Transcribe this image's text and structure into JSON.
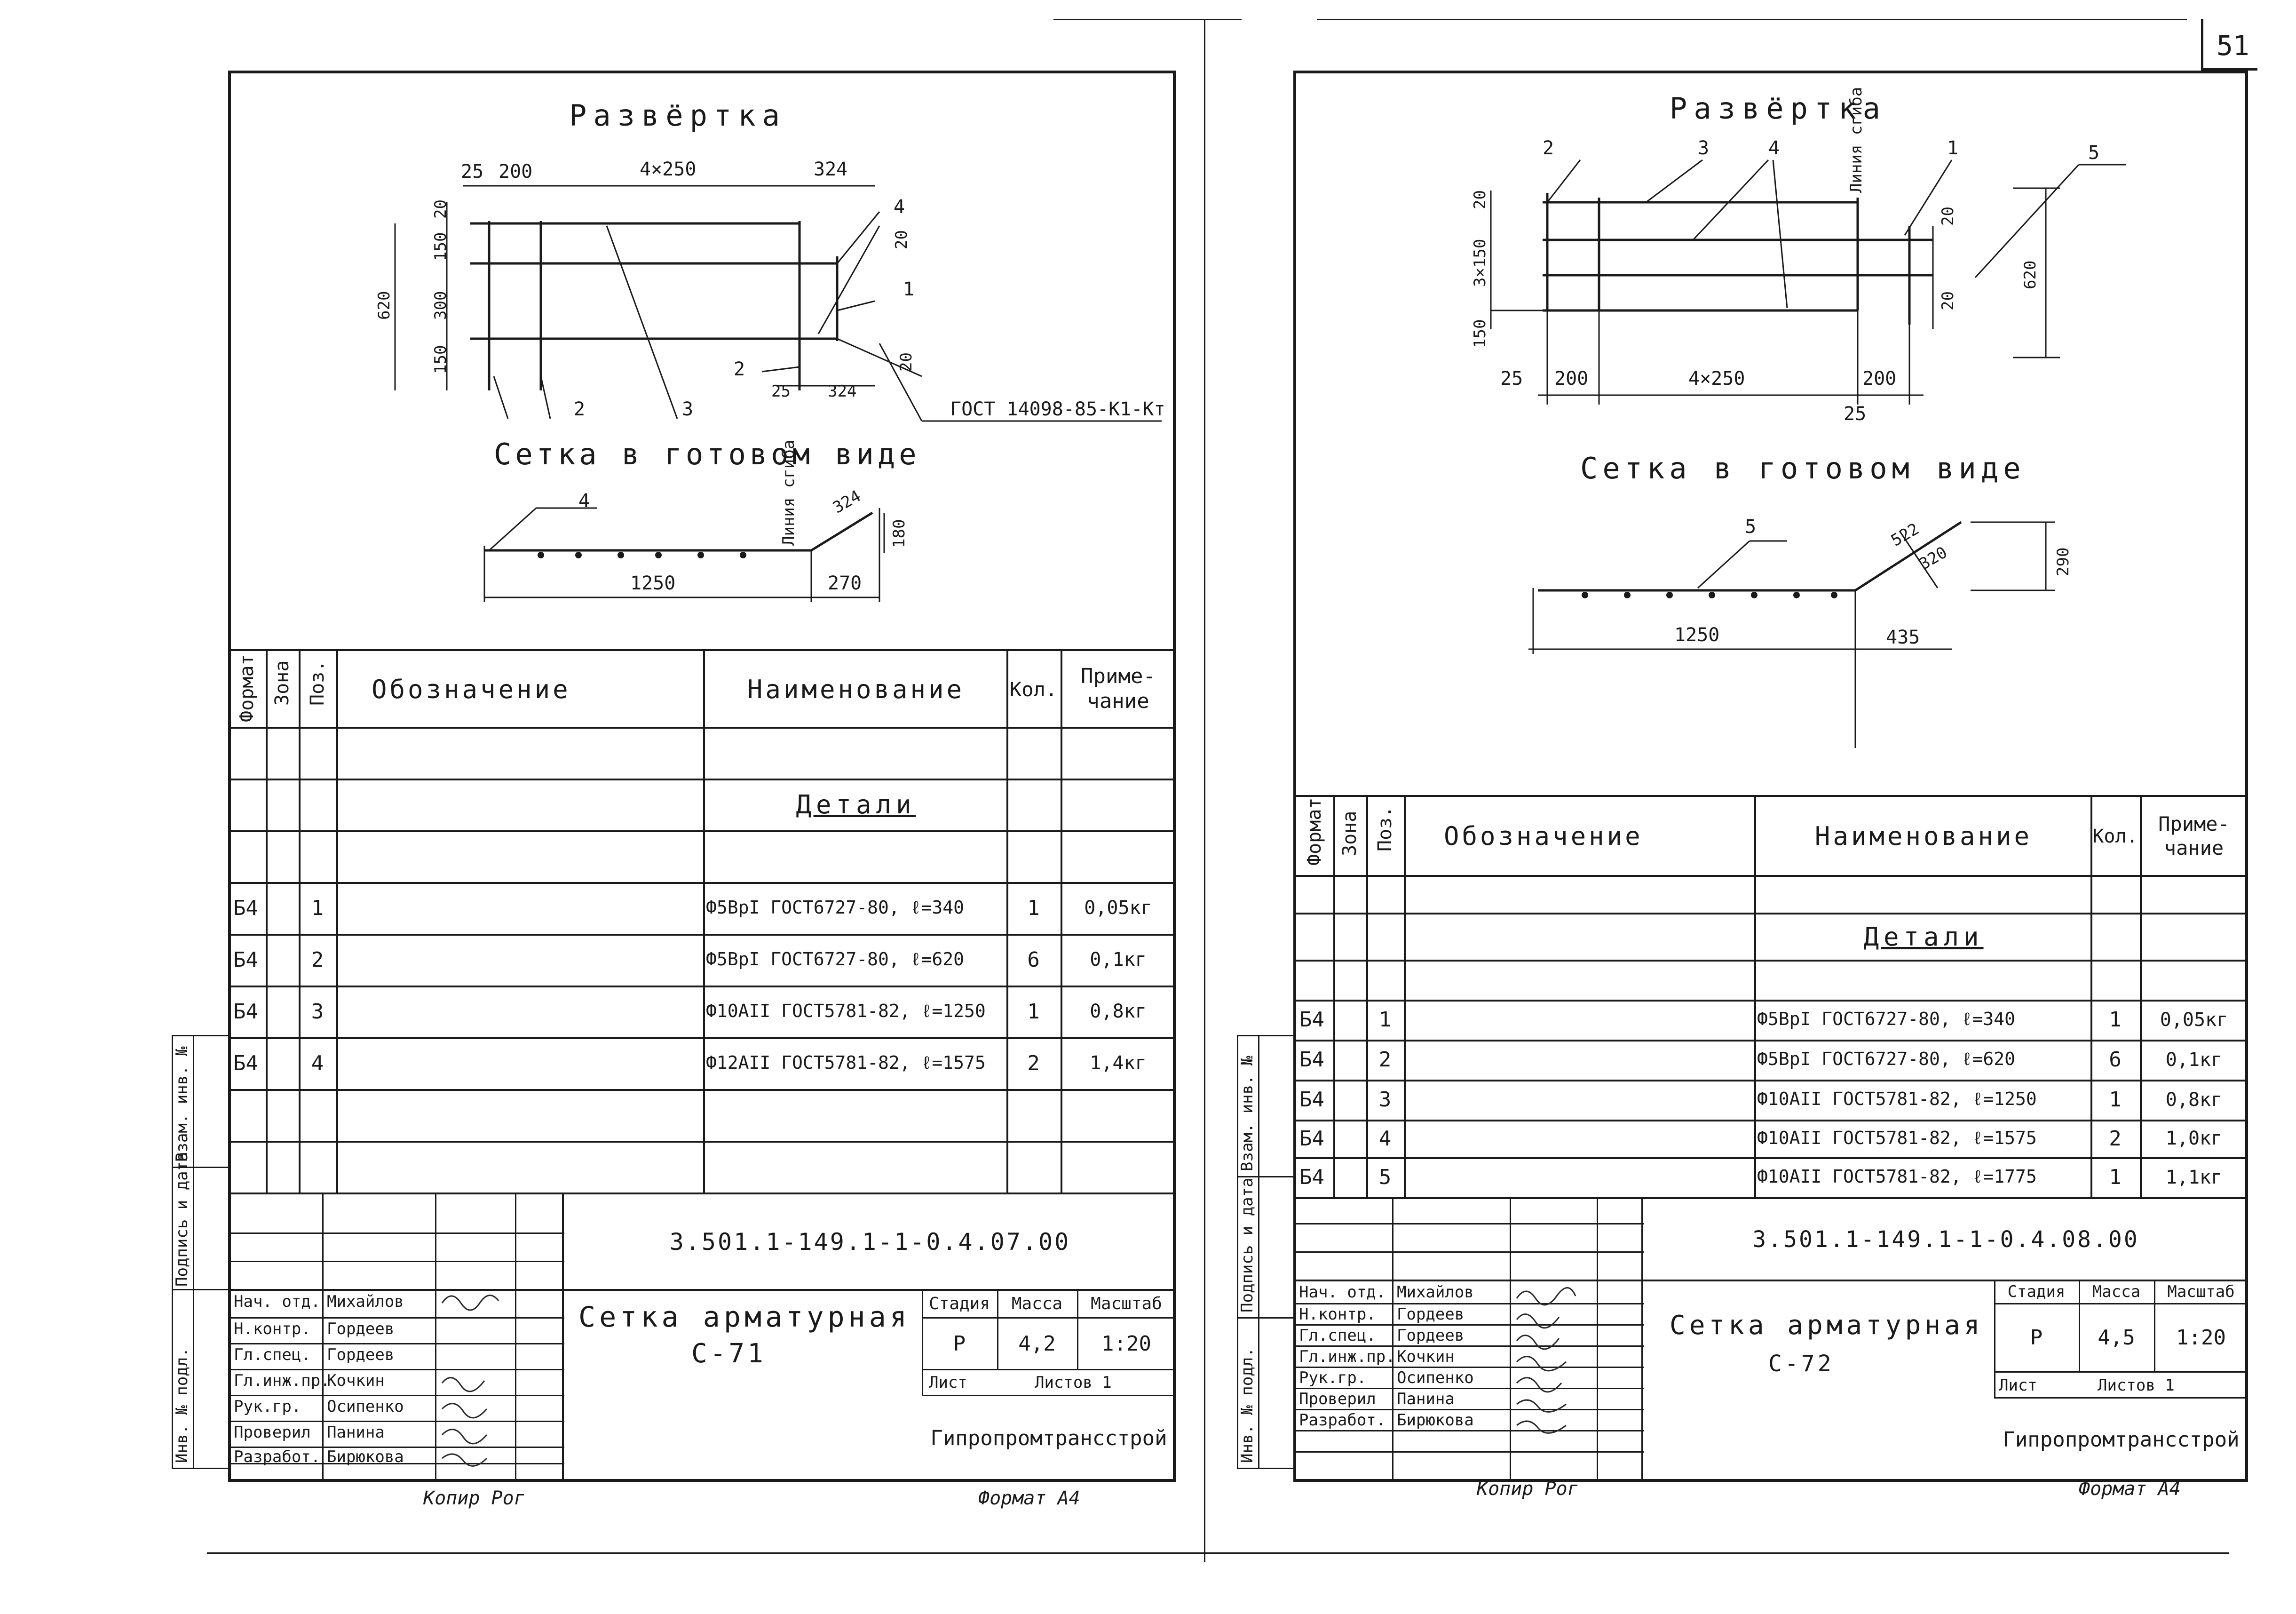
{
  "page_number": "51",
  "left": {
    "razvertka_title": "Развёртка",
    "dims_top": [
      "25",
      "200",
      "4×250",
      "324"
    ],
    "dims_left": [
      "620",
      "150",
      "300",
      "150",
      "20"
    ],
    "dims_right": [
      "20",
      "20"
    ],
    "dims_bottom": [
      "25",
      "324"
    ],
    "pos_labels": [
      "2",
      "3",
      "4",
      "1",
      "2"
    ],
    "gost_note": "ГОСТ 14098-85-К1-Кт",
    "ready_title": "Сетка в готовом виде",
    "ready_pos": "4",
    "ready_bend": "Линия сгиба",
    "ready_dims": [
      "1250",
      "270",
      "324",
      "180"
    ],
    "spec_headers": [
      "Формат",
      "Зона",
      "Поз.",
      "Обозначение",
      "Наименование",
      "Кол.",
      "Приме-\nчание"
    ],
    "section": "Детали",
    "rows": [
      {
        "fmt": "Б4",
        "pos": "1",
        "name": "Ф5ВрI ГОСТ6727-80, ℓ=340",
        "qty": "1",
        "note": "0,05кг"
      },
      {
        "fmt": "Б4",
        "pos": "2",
        "name": "Ф5ВрI ГОСТ6727-80, ℓ=620",
        "qty": "6",
        "note": "0,1кг"
      },
      {
        "fmt": "Б4",
        "pos": "3",
        "name": "Ф10АII ГОСТ5781-82, ℓ=1250",
        "qty": "1",
        "note": "0,8кг"
      },
      {
        "fmt": "Б4",
        "pos": "4",
        "name": "Ф12АII ГОСТ5781-82, ℓ=1575",
        "qty": "2",
        "note": "1,4кг"
      }
    ],
    "doc_code": "3.501.1-149.1-1-0.4.07.00",
    "title": "Сетка арматурная",
    "title2": "С-71",
    "stage_hdr": [
      "Стадия",
      "Масса",
      "Масштаб"
    ],
    "stage_vals": [
      "Р",
      "4,2",
      "1:20"
    ],
    "sheet_lbl": "Лист",
    "sheets_lbl": "Листов 1",
    "org": "Гипропромтрансстрой",
    "roles": [
      "Нач. отд.",
      "Н.контр.",
      "Гл.спец.",
      "Гл.инж.пр.",
      "Рук.гр.",
      "Проверил",
      "Разработ."
    ],
    "names": [
      "Михайлов",
      "Гордеев",
      "Гордеев",
      "Кочкин",
      "Осипенко",
      "Панина",
      "Бирюкова"
    ],
    "footer_left": "Копир Рог",
    "footer_right": "Формат А4"
  },
  "right": {
    "razvertka_title": "Развёртка",
    "pos_labels": [
      "2",
      "3",
      "4",
      "1",
      "5"
    ],
    "bend": "Линия сгиба",
    "dims_left": [
      "20",
      "3×150",
      "150"
    ],
    "dims_right": [
      "20",
      "20",
      "620"
    ],
    "dims_bottom": [
      "25",
      "200",
      "4×250",
      "200",
      "25"
    ],
    "ready_title": "Сетка в готовом виде",
    "ready_pos": "5",
    "ready_dims": [
      "1250",
      "435",
      "522",
      "320",
      "290"
    ],
    "spec_headers": [
      "Формат",
      "Зона",
      "Поз.",
      "Обозначение",
      "Наименование",
      "Кол.",
      "Приме-\nчание"
    ],
    "section": "Детали",
    "rows": [
      {
        "fmt": "Б4",
        "pos": "1",
        "name": "Ф5ВрI ГОСТ6727-80, ℓ=340",
        "qty": "1",
        "note": "0,05кг"
      },
      {
        "fmt": "Б4",
        "pos": "2",
        "name": "Ф5ВрI ГОСТ6727-80, ℓ=620",
        "qty": "6",
        "note": "0,1кг"
      },
      {
        "fmt": "Б4",
        "pos": "3",
        "name": "Ф10АII ГОСТ5781-82, ℓ=1250",
        "qty": "1",
        "note": "0,8кг"
      },
      {
        "fmt": "Б4",
        "pos": "4",
        "name": "Ф10АII ГОСТ5781-82, ℓ=1575",
        "qty": "2",
        "note": "1,0кг"
      },
      {
        "fmt": "Б4",
        "pos": "5",
        "name": "Ф10АII ГОСТ5781-82, ℓ=1775",
        "qty": "1",
        "note": "1,1кг"
      }
    ],
    "doc_code": "3.501.1-149.1-1-0.4.08.00",
    "title": "Сетка арматурная",
    "title2": "С-72",
    "stage_hdr": [
      "Стадия",
      "Масса",
      "Масштаб"
    ],
    "stage_vals": [
      "Р",
      "4,5",
      "1:20"
    ],
    "sheet_lbl": "Лист",
    "sheets_lbl": "Листов 1",
    "org": "Гипропромтрансстрой",
    "roles": [
      "Нач. отд.",
      "Н.контр.",
      "Гл.спец.",
      "Гл.инж.пр.",
      "Рук.гр.",
      "Проверил",
      "Разработ."
    ],
    "names": [
      "Михайлов",
      "Гордеев",
      "Гордеев",
      "Кочкин",
      "Осипенко",
      "Панина",
      "Бирюкова"
    ],
    "footer_left": "Копир Рог",
    "footer_right": "Формат А4"
  },
  "stamps": {
    "vzam": "Взам. инв. №",
    "podp": "Подпись и дата",
    "inv": "Инв. № подл."
  }
}
